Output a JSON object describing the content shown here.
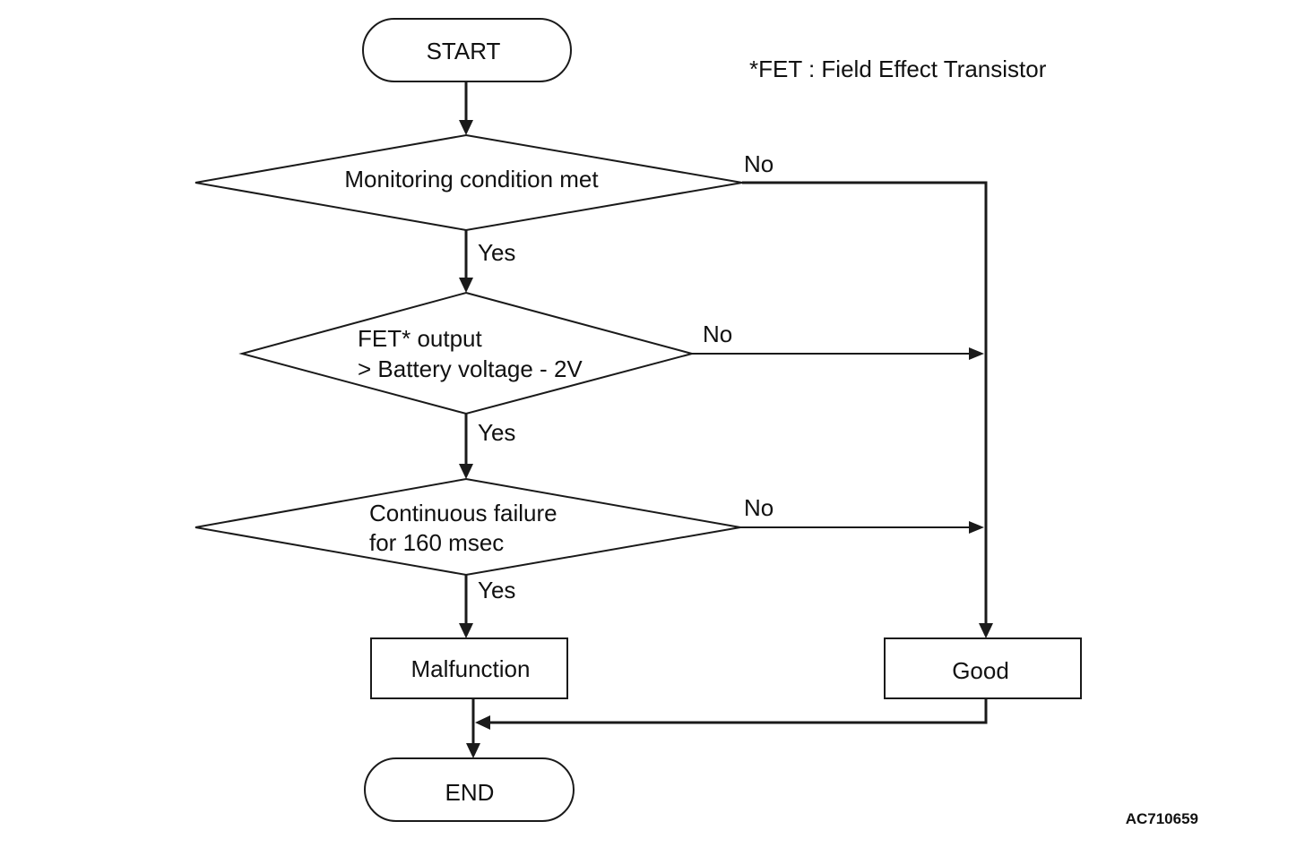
{
  "note": "*FET : Field Effect Transistor",
  "nodes": {
    "start": "START",
    "decision1": "Monitoring condition met",
    "decision2_line1": "FET* output",
    "decision2_line2": "> Battery voltage - 2V",
    "decision3_line1": "Continuous failure",
    "decision3_line2": "for 160 msec",
    "malfunction": "Malfunction",
    "good": "Good",
    "end": "END"
  },
  "edges": {
    "d1_yes": "Yes",
    "d1_no": "No",
    "d2_yes": "Yes",
    "d2_no": "No",
    "d3_yes": "Yes",
    "d3_no": "No"
  },
  "figure_id": "AC710659"
}
